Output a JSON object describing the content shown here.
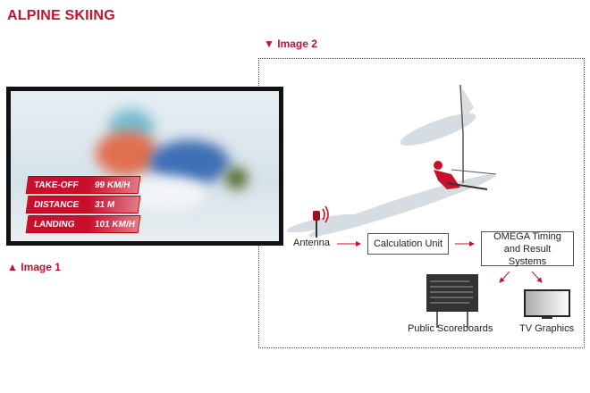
{
  "title": "ALPINE SKIING",
  "image1": {
    "caption": "Image 1",
    "marker": "▲",
    "overlay": [
      {
        "label": "TAKE-OFF",
        "value": "99 KM/H"
      },
      {
        "label": "DISTANCE",
        "value": "31 M"
      },
      {
        "label": "LANDING",
        "value": "101 KM/H"
      }
    ]
  },
  "image2": {
    "caption": "Image 2",
    "marker": "▼",
    "nodes": {
      "antenna": "Antenna",
      "calc": "Calculation Unit",
      "omega": "OMEGA Timing and Result Systems",
      "scoreboards": "Public Scoreboards",
      "tv": "TV Graphics"
    }
  },
  "colors": {
    "accent": "#c8102e"
  }
}
